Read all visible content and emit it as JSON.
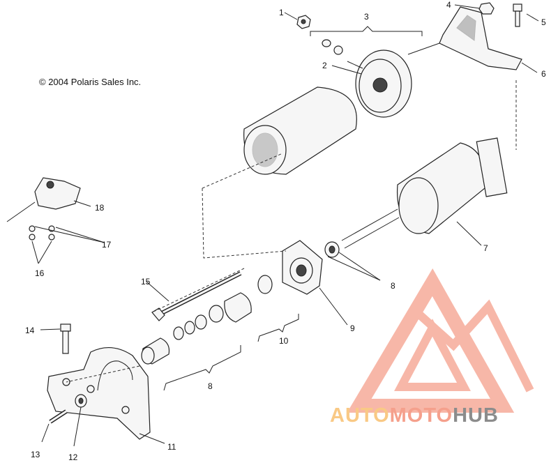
{
  "copyright": "© 2004 Polaris Sales Inc.",
  "callouts": {
    "c1": "1",
    "c2": "2",
    "c3": "3",
    "c4": "4",
    "c5": "5",
    "c6": "6",
    "c7": "7",
    "c8a": "8",
    "c8b": "8",
    "c9": "9",
    "c10": "10",
    "c11": "11",
    "c12": "12",
    "c13": "13",
    "c14": "14",
    "c15": "15",
    "c16": "16",
    "c17": "17",
    "c18": "18"
  },
  "watermark": {
    "part1": "AUTOMOTO",
    "part2": "HUB",
    "color_primary": "#f5a08c",
    "color_secondary": "#f9c985",
    "color_tertiary": "#8c8c8c"
  }
}
